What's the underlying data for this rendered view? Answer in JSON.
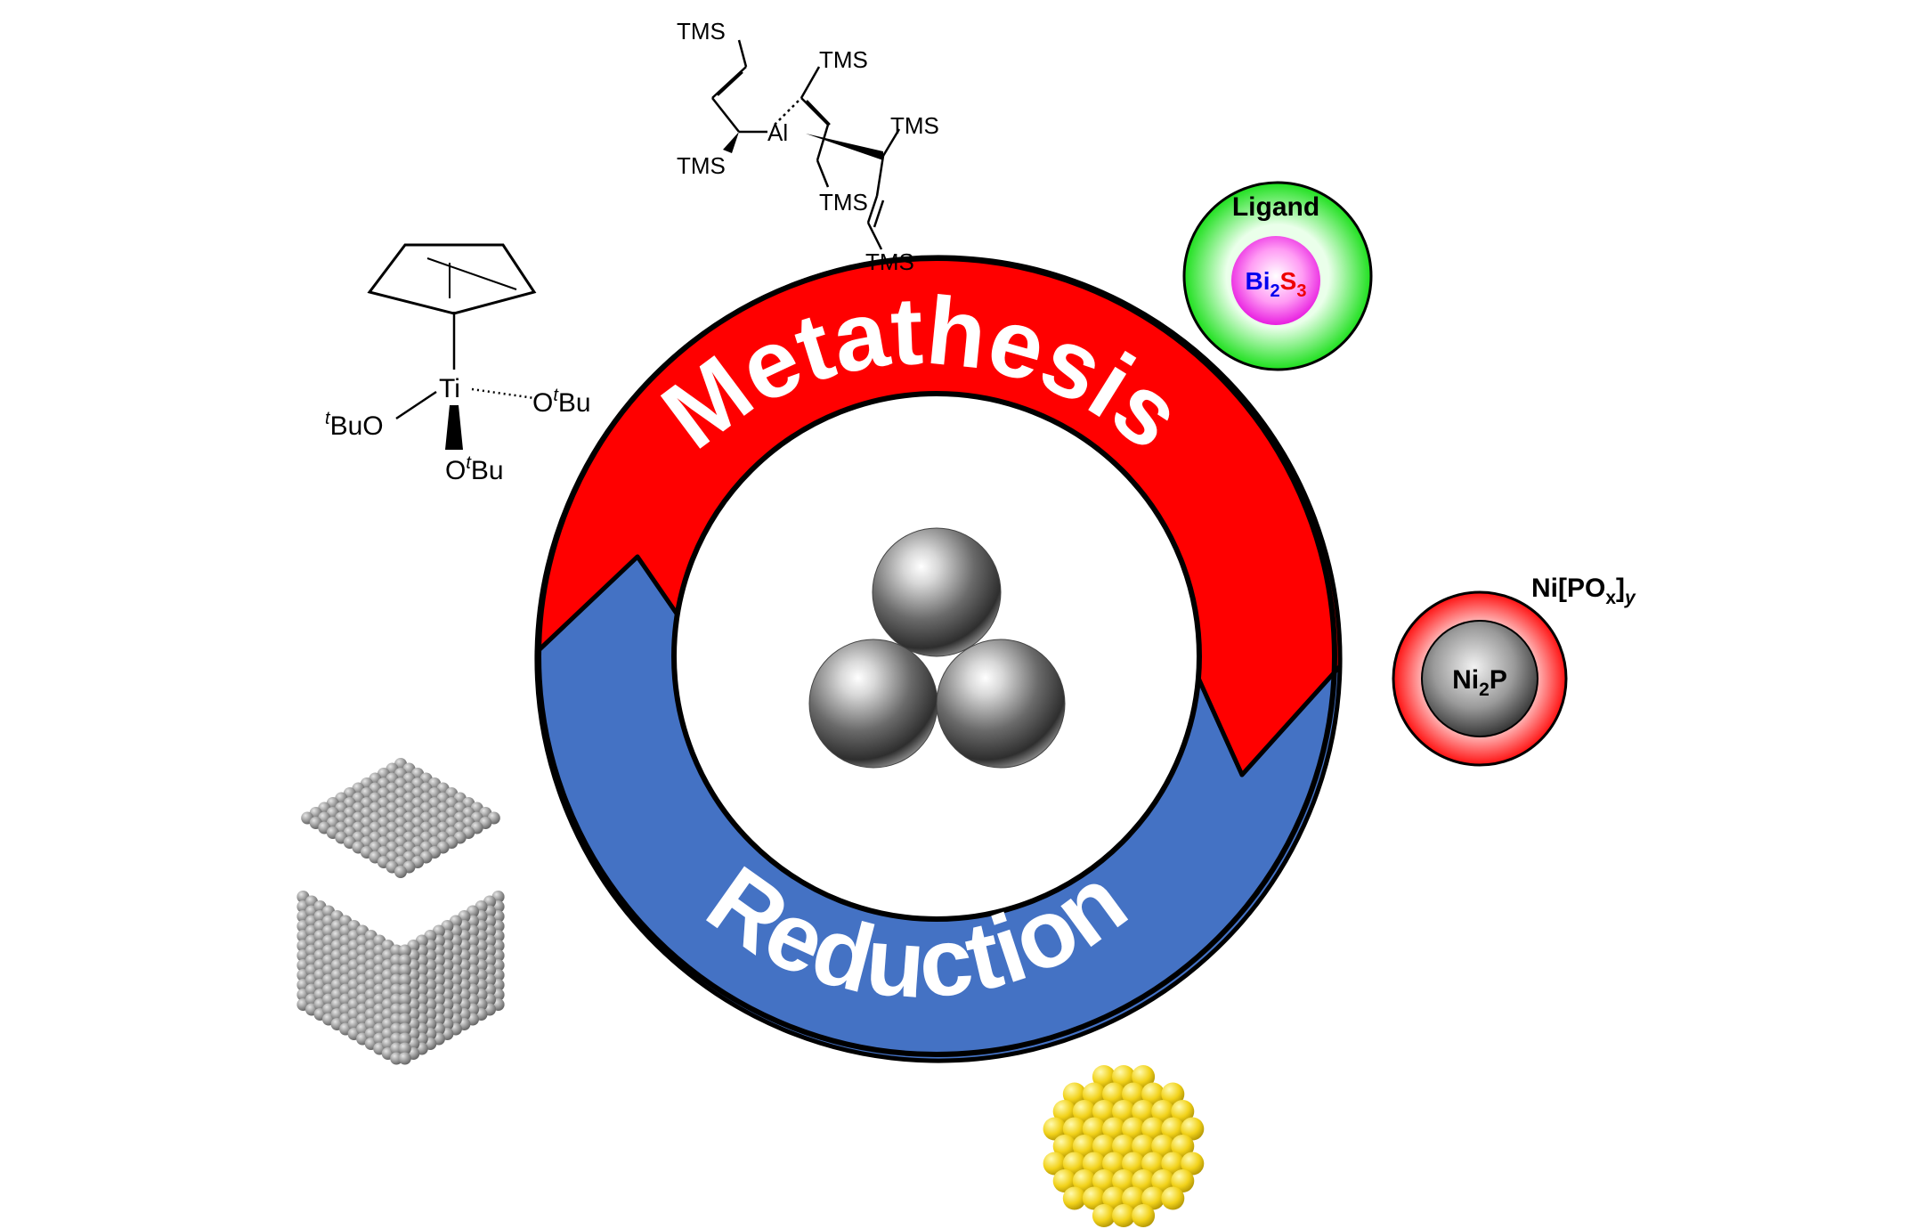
{
  "cycle": {
    "top_label": "Metathesis",
    "bottom_label": "Reduction",
    "top_color": "#ff0000",
    "bottom_color": "#4472c4"
  },
  "allyl_complex": {
    "center_atom": "Al",
    "group": "TMS"
  },
  "ti_complex": {
    "metal": "Ti",
    "alkoxide_left_prefix": "t",
    "alkoxide_left_suffix": "BuO",
    "alkoxide_o": "O",
    "alkoxide_t": "t",
    "alkoxide_bu": "Bu"
  },
  "bi2s3_particle": {
    "shell_label": "Ligand",
    "core_bi": "Bi",
    "core_bi_sub": "2",
    "core_s": "S",
    "core_s_sub": "3",
    "shell_color": "#22ee22",
    "core_color": "#ff44ee"
  },
  "ni2p_particle": {
    "shell_ni": "Ni[PO",
    "shell_x": "x",
    "shell_close": "]",
    "shell_y": "y",
    "core_ni": "Ni",
    "core_sub": "2",
    "core_p": "P",
    "shell_color": "#ff1111",
    "core_color": "#222222"
  },
  "icons": [
    "silver-spheres-icon",
    "gray-nanocube-icon",
    "gold-nanocluster-icon"
  ]
}
